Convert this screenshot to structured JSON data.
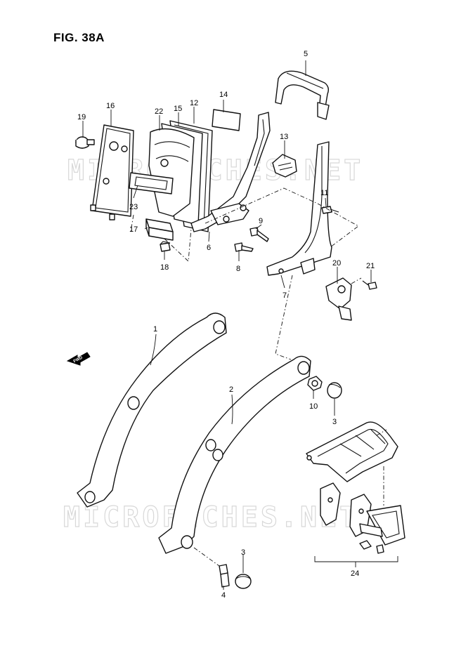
{
  "figure": {
    "title": "FIG. 38A"
  },
  "watermark": "MICROFICHES.NET",
  "fwd_label": "FWD",
  "callouts": [
    "1",
    "2",
    "3",
    "3",
    "4",
    "5",
    "6",
    "7",
    "8",
    "9",
    "10",
    "11",
    "12",
    "13",
    "14",
    "15",
    "16",
    "17",
    "18",
    "19",
    "20",
    "21",
    "22",
    "23",
    "24"
  ]
}
